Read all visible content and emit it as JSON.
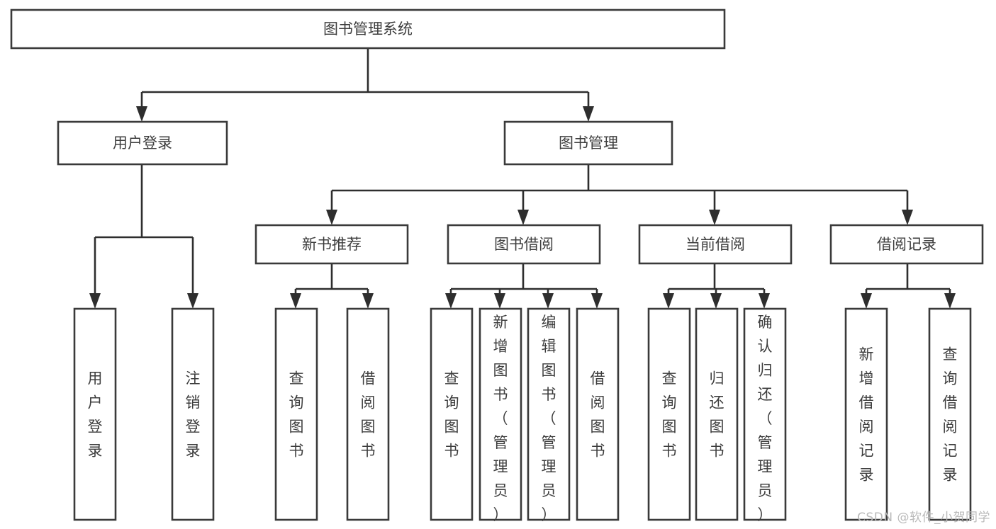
{
  "diagram": {
    "title": "图书管理系统",
    "type": "tree",
    "root": {
      "id": "root",
      "label": "图书管理系统",
      "orientation": "horizontal"
    },
    "level2": [
      {
        "id": "user-login",
        "label": "用户登录",
        "orientation": "horizontal"
      },
      {
        "id": "book-manage",
        "label": "图书管理",
        "orientation": "horizontal"
      }
    ],
    "level3": [
      {
        "id": "new-book-recommend",
        "label": "新书推荐",
        "parent": "book-manage",
        "orientation": "horizontal"
      },
      {
        "id": "book-borrow",
        "label": "图书借阅",
        "parent": "book-manage",
        "orientation": "horizontal"
      },
      {
        "id": "current-borrow",
        "label": "当前借阅",
        "parent": "book-manage",
        "orientation": "horizontal"
      },
      {
        "id": "borrow-record",
        "label": "借阅记录",
        "parent": "book-manage",
        "orientation": "horizontal"
      }
    ],
    "leaves": [
      {
        "id": "leaf-user-login",
        "label": "用户登录",
        "parent": "user-login",
        "orientation": "vertical"
      },
      {
        "id": "leaf-user-logout",
        "label": "注销登录",
        "parent": "user-login",
        "orientation": "vertical"
      },
      {
        "id": "leaf-query-book-1",
        "label": "查询图书",
        "parent": "new-book-recommend",
        "orientation": "vertical"
      },
      {
        "id": "leaf-borrow-book-1",
        "label": "借阅图书",
        "parent": "new-book-recommend",
        "orientation": "vertical"
      },
      {
        "id": "leaf-query-book-2",
        "label": "查询图书",
        "parent": "book-borrow",
        "orientation": "vertical"
      },
      {
        "id": "leaf-add-book",
        "label": "新增图书（管理员）",
        "parent": "book-borrow",
        "orientation": "vertical"
      },
      {
        "id": "leaf-edit-book",
        "label": "编辑图书（管理员）",
        "parent": "book-borrow",
        "orientation": "vertical"
      },
      {
        "id": "leaf-borrow-book-2",
        "label": "借阅图书",
        "parent": "book-borrow",
        "orientation": "vertical"
      },
      {
        "id": "leaf-query-book-3",
        "label": "查询图书",
        "parent": "current-borrow",
        "orientation": "vertical"
      },
      {
        "id": "leaf-return-book",
        "label": "归还图书",
        "parent": "current-borrow",
        "orientation": "vertical"
      },
      {
        "id": "leaf-confirm-return",
        "label": "确认归还（管理员）",
        "parent": "current-borrow",
        "orientation": "vertical"
      },
      {
        "id": "leaf-add-record",
        "label": "新增借阅记录",
        "parent": "borrow-record",
        "orientation": "vertical"
      },
      {
        "id": "leaf-query-record",
        "label": "查询借阅记录",
        "parent": "borrow-record",
        "orientation": "vertical"
      }
    ],
    "colors": {
      "background": "#ffffff",
      "box_fill": "#ffffff",
      "box_stroke": "#3a3a3a",
      "connector": "#2e2e2e",
      "text": "#3d3d3d",
      "watermark": "#b9b9b9"
    }
  },
  "watermark": {
    "text": "CSDN @软件_小贺同学"
  }
}
